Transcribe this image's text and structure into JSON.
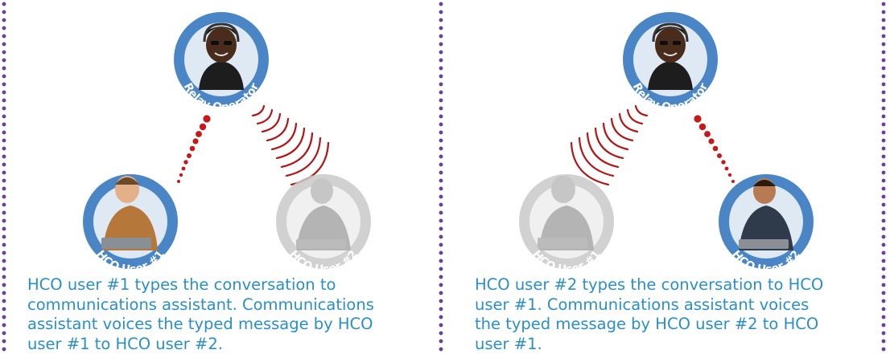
{
  "roles": {
    "operator": "Relay Operator",
    "user1": "HCO User #1",
    "user2": "HCO User #2"
  },
  "panels": [
    {
      "active_user": 1,
      "caption": "HCO user #1 types the conversation to communications assistant.  Communications assistant voices the typed message by HCO user #1 to HCO user #2."
    },
    {
      "active_user": 2,
      "caption": "HCO user #2 types the conversation to HCO user #1.   Communications assistant voices the typed message by HCO user #2 to HCO user #1."
    }
  ],
  "colors": {
    "divider": "#6b3fa0",
    "caption": "#2a8fc7",
    "ring": "#4a86c5",
    "dots": "#c41a1a",
    "waves": "#b01818",
    "faded": "#c9c9c9"
  }
}
